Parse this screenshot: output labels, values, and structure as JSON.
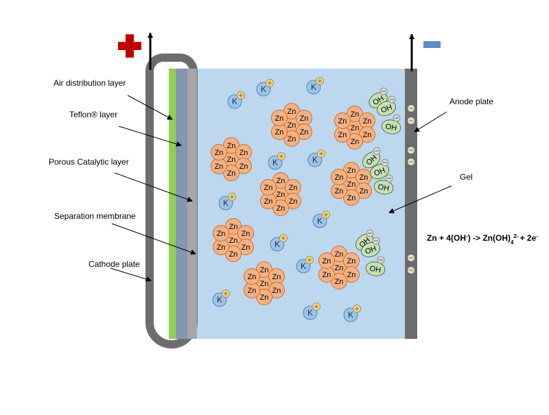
{
  "labels": {
    "air_distribution_layer": "Air distribution layer",
    "teflon_layer": "Teflon® layer",
    "porous_catalytic_layer": "Porous Catalytic layer",
    "separation_membrane": "Separation membrane",
    "cathode_plate": "Cathode plate",
    "anode_plate": "Anode plate",
    "gel": "Gel"
  },
  "equation": {
    "lhs": "Zn + 4(OH",
    "lhs_sup": "-",
    "mid": ") -> Zn(OH)",
    "sub": "4",
    "sup": "2-",
    "rhs": "+ 2e",
    "rhs_sup": "-"
  },
  "particles": {
    "zinc": "Zn",
    "potassium": "K",
    "hydroxide": "OH"
  },
  "terminals": {
    "positive_icon": "plus-terminal-icon",
    "negative_icon": "minus-terminal-icon"
  },
  "colors": {
    "electrolyte": "#bdd7ee",
    "plate": "#6d6d6d",
    "air_layer": "#92d050",
    "teflon": "#8497b0",
    "catalytic": "#a6a6a6",
    "zinc": "#f4b183",
    "potassium": "#9dc3e6",
    "hydroxide": "#c5e0b4",
    "plus_sign": "#c00000",
    "minus_sign": "#5b8ac7",
    "ion_charge_plus": "#ffd966"
  }
}
